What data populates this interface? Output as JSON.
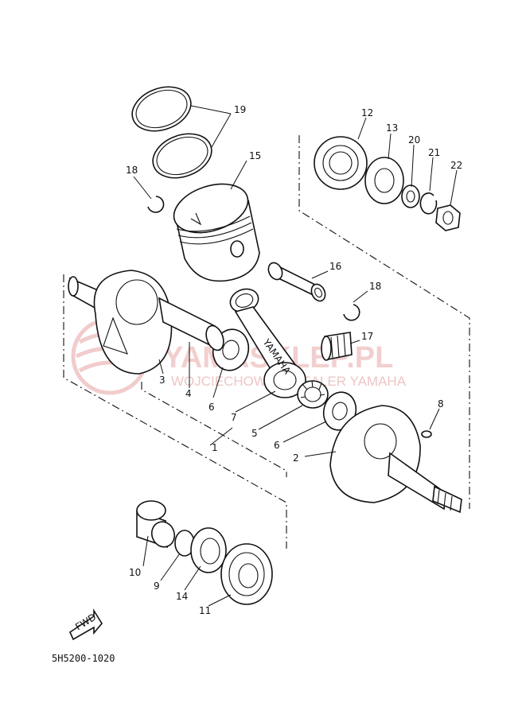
{
  "watermark": {
    "brand": "YAMASKLEP.PL",
    "tagline": "WOJCIECHOWSKI DEALER YAMAHA"
  },
  "diagram_code": "5H5200-1020",
  "fwd_arrow_label": "FWD",
  "rod_marking": "YAMAHA",
  "callouts": {
    "c1": "1",
    "c2": "2",
    "c3": "3",
    "c4": "4",
    "c5": "5",
    "c6a": "6",
    "c6b": "6",
    "c7": "7",
    "c8": "8",
    "c9": "9",
    "c10": "10",
    "c11": "11",
    "c12": "12",
    "c13": "13",
    "c14": "14",
    "c15": "15",
    "c16": "16",
    "c17": "17",
    "c18a": "18",
    "c18b": "18",
    "c19": "19",
    "c20": "20",
    "c21": "21",
    "c22": "22"
  }
}
